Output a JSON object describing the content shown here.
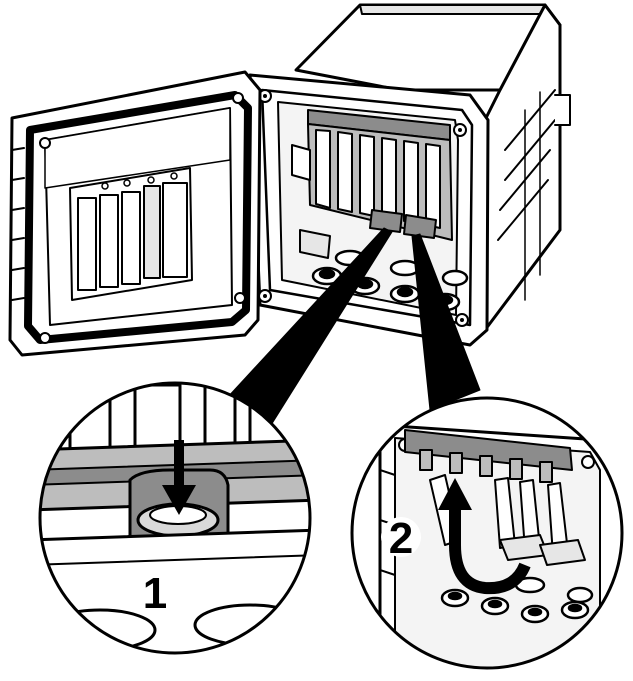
{
  "illustration": {
    "steps": [
      {
        "number": "1",
        "action": "press-down"
      },
      {
        "number": "2",
        "action": "rotate-up"
      }
    ],
    "colors": {
      "line": "#000000",
      "fill": "#ffffff",
      "shade_light": "#e6e6e6",
      "shade_mid": "#bdbdbd",
      "shade_dark": "#8c8c8c"
    },
    "icons": [
      "down-arrow-icon",
      "curved-up-arrow-icon"
    ]
  }
}
